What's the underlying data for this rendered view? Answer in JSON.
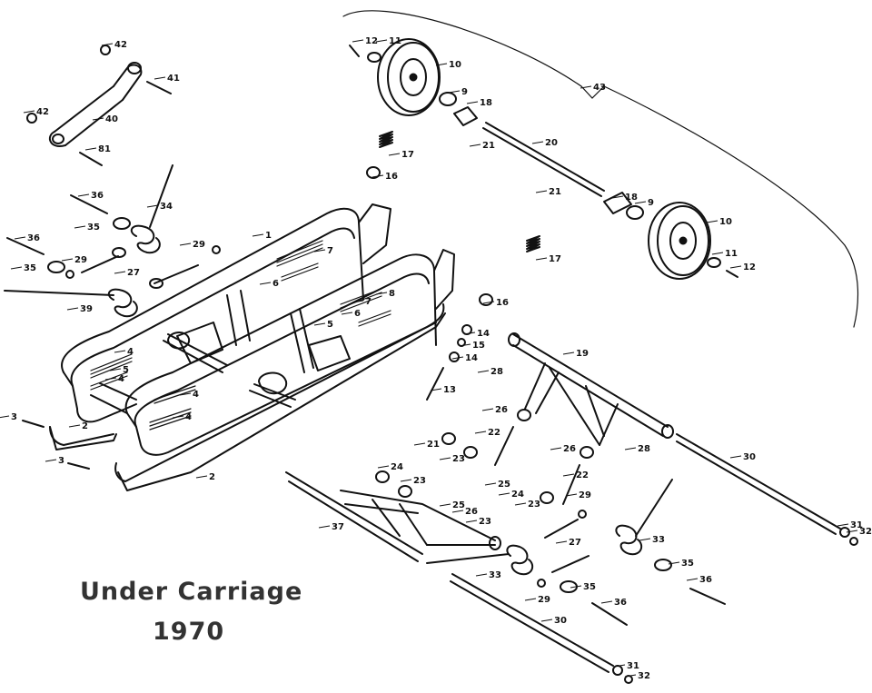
{
  "title": {
    "line1": "Under Carriage",
    "line2": "1970"
  },
  "callouts": [
    {
      "id": "c-1",
      "label": "1"
    },
    {
      "id": "c-2a",
      "label": "2"
    },
    {
      "id": "c-2b",
      "label": "2"
    },
    {
      "id": "c-3a",
      "label": "3"
    },
    {
      "id": "c-3b",
      "label": "3"
    },
    {
      "id": "c-4a",
      "label": "4"
    },
    {
      "id": "c-4b",
      "label": "4"
    },
    {
      "id": "c-4c",
      "label": "4"
    },
    {
      "id": "c-4d",
      "label": "4"
    },
    {
      "id": "c-5a",
      "label": "5"
    },
    {
      "id": "c-5b",
      "label": "5"
    },
    {
      "id": "c-6a",
      "label": "6"
    },
    {
      "id": "c-6b",
      "label": "6"
    },
    {
      "id": "c-7a",
      "label": "7"
    },
    {
      "id": "c-7b",
      "label": "7"
    },
    {
      "id": "c-8",
      "label": "8"
    },
    {
      "id": "c-9a",
      "label": "9"
    },
    {
      "id": "c-9b",
      "label": "9"
    },
    {
      "id": "c-10a",
      "label": "10"
    },
    {
      "id": "c-10b",
      "label": "10"
    },
    {
      "id": "c-11a",
      "label": "11"
    },
    {
      "id": "c-11b",
      "label": "11"
    },
    {
      "id": "c-12a",
      "label": "12"
    },
    {
      "id": "c-12b",
      "label": "12"
    },
    {
      "id": "c-13",
      "label": "13"
    },
    {
      "id": "c-14a",
      "label": "14"
    },
    {
      "id": "c-14b",
      "label": "14"
    },
    {
      "id": "c-15",
      "label": "15"
    },
    {
      "id": "c-16a",
      "label": "16"
    },
    {
      "id": "c-16b",
      "label": "16"
    },
    {
      "id": "c-17a",
      "label": "17"
    },
    {
      "id": "c-17b",
      "label": "17"
    },
    {
      "id": "c-18a",
      "label": "18"
    },
    {
      "id": "c-18b",
      "label": "18"
    },
    {
      "id": "c-19",
      "label": "19"
    },
    {
      "id": "c-20",
      "label": "20"
    },
    {
      "id": "c-21a",
      "label": "21"
    },
    {
      "id": "c-21b",
      "label": "21"
    },
    {
      "id": "c-21c",
      "label": "21"
    },
    {
      "id": "c-22a",
      "label": "22"
    },
    {
      "id": "c-22b",
      "label": "22"
    },
    {
      "id": "c-23a",
      "label": "23"
    },
    {
      "id": "c-23b",
      "label": "23"
    },
    {
      "id": "c-23c",
      "label": "23"
    },
    {
      "id": "c-23d",
      "label": "23"
    },
    {
      "id": "c-24a",
      "label": "24"
    },
    {
      "id": "c-24b",
      "label": "24"
    },
    {
      "id": "c-25a",
      "label": "25"
    },
    {
      "id": "c-25b",
      "label": "25"
    },
    {
      "id": "c-26a",
      "label": "26"
    },
    {
      "id": "c-26b",
      "label": "26"
    },
    {
      "id": "c-26c",
      "label": "26"
    },
    {
      "id": "c-27a",
      "label": "27"
    },
    {
      "id": "c-27b",
      "label": "27"
    },
    {
      "id": "c-28a",
      "label": "28"
    },
    {
      "id": "c-28b",
      "label": "28"
    },
    {
      "id": "c-29a",
      "label": "29"
    },
    {
      "id": "c-29b",
      "label": "29"
    },
    {
      "id": "c-29c",
      "label": "29"
    },
    {
      "id": "c-29d",
      "label": "29"
    },
    {
      "id": "c-30a",
      "label": "30"
    },
    {
      "id": "c-30b",
      "label": "30"
    },
    {
      "id": "c-31a",
      "label": "31"
    },
    {
      "id": "c-31b",
      "label": "31"
    },
    {
      "id": "c-32a",
      "label": "32"
    },
    {
      "id": "c-32b",
      "label": "32"
    },
    {
      "id": "c-33a",
      "label": "33"
    },
    {
      "id": "c-33b",
      "label": "33"
    },
    {
      "id": "c-34",
      "label": "34"
    },
    {
      "id": "c-35a",
      "label": "35"
    },
    {
      "id": "c-35b",
      "label": "35"
    },
    {
      "id": "c-35c",
      "label": "35"
    },
    {
      "id": "c-35d",
      "label": "35"
    },
    {
      "id": "c-36a",
      "label": "36"
    },
    {
      "id": "c-36b",
      "label": "36"
    },
    {
      "id": "c-36c",
      "label": "36"
    },
    {
      "id": "c-36d",
      "label": "36"
    },
    {
      "id": "c-37",
      "label": "37"
    },
    {
      "id": "c-39",
      "label": "39"
    },
    {
      "id": "c-40",
      "label": "40"
    },
    {
      "id": "c-41",
      "label": "41"
    },
    {
      "id": "c-42a",
      "label": "42"
    },
    {
      "id": "c-42b",
      "label": "42"
    },
    {
      "id": "c-43",
      "label": "43"
    },
    {
      "id": "c-81",
      "label": "81"
    }
  ]
}
